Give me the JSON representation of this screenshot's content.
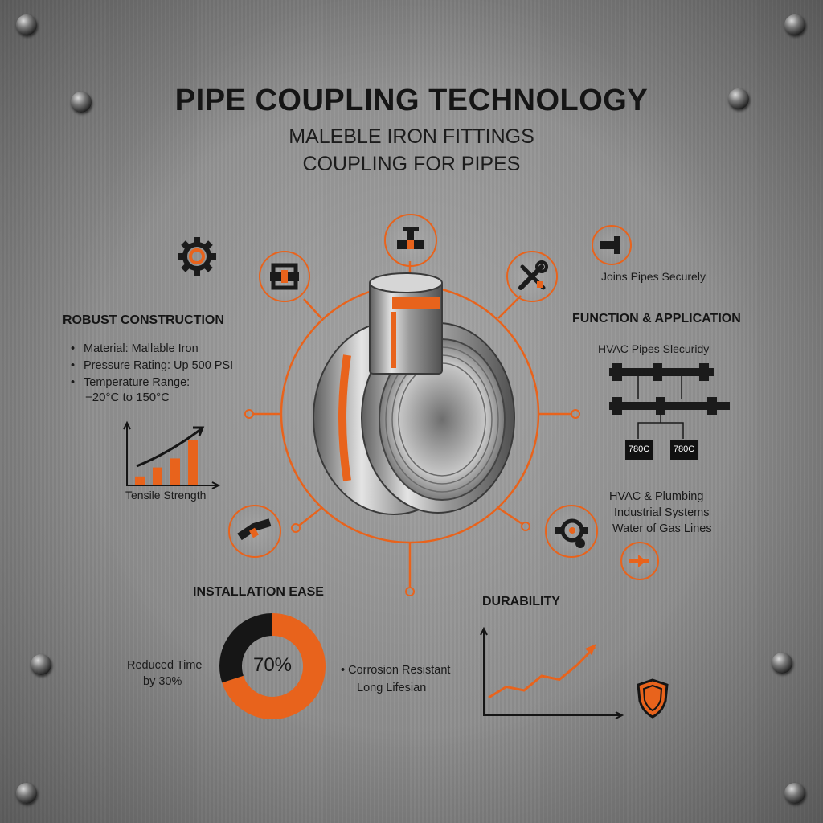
{
  "header": {
    "title": "PIPE COUPLING TECHNOLOGY",
    "subtitle_line1": "MALEBLE IRON FITTINGS",
    "subtitle_line2": "COUPLING FOR PIPES"
  },
  "left_panel": {
    "heading": "ROBUST CONSTRUCTION",
    "bullets": [
      "Material: Mallable Iron",
      "Pressure Rating: Up 500 PSI",
      "Temperature Range:"
    ],
    "temp_value": "−20°C to 150°C",
    "chart_label": "Tensile Strength"
  },
  "right_panel": {
    "top_label": "Joins Pipes Securely",
    "heading": "FUNCTION & APPLICATION",
    "diagram_title": "HVAC Pipes Slecuridy",
    "box_labels": [
      "780C",
      "780C"
    ],
    "applications": [
      "HVAC & Plumbing",
      "Industrial Systems",
      "Water of Gas Lines"
    ]
  },
  "installation": {
    "heading": "INSTALLATION EASE",
    "donut_value": "70%",
    "side_line1": "Reduced Time",
    "side_line2": "by 30%"
  },
  "durability": {
    "heading": "DURABILITY",
    "bullet1": "Corrosion Resistant",
    "bullet2": "Long Lifesian"
  },
  "icons": {
    "top": "valve-icon",
    "upper_left": "pipe-fitting-icon",
    "upper_right": "wrench-screwdriver-icon",
    "lower_left": "pipe-joint-icon",
    "lower_right": "pump-icon",
    "gear": "gear-icon",
    "shield": "shield-icon"
  },
  "colors": {
    "accent": "#e8631c",
    "text": "#151515",
    "metal": "#8c8c8c"
  },
  "chart_data": [
    {
      "type": "bar",
      "categories": [
        "1",
        "2",
        "3",
        "4"
      ],
      "values": [
        1,
        2,
        3,
        5
      ],
      "title": "",
      "xlabel": "Tensile Strength",
      "ylabel": ""
    },
    {
      "type": "pie",
      "categories": [
        "filled",
        "remaining"
      ],
      "values": [
        70,
        30
      ],
      "title": ""
    },
    {
      "type": "line",
      "x": [
        1,
        2,
        3,
        4,
        5,
        6,
        7
      ],
      "values": [
        2,
        3.5,
        3,
        5,
        4.5,
        6.5,
        9
      ],
      "title": "",
      "xlabel": "",
      "ylabel": ""
    }
  ]
}
